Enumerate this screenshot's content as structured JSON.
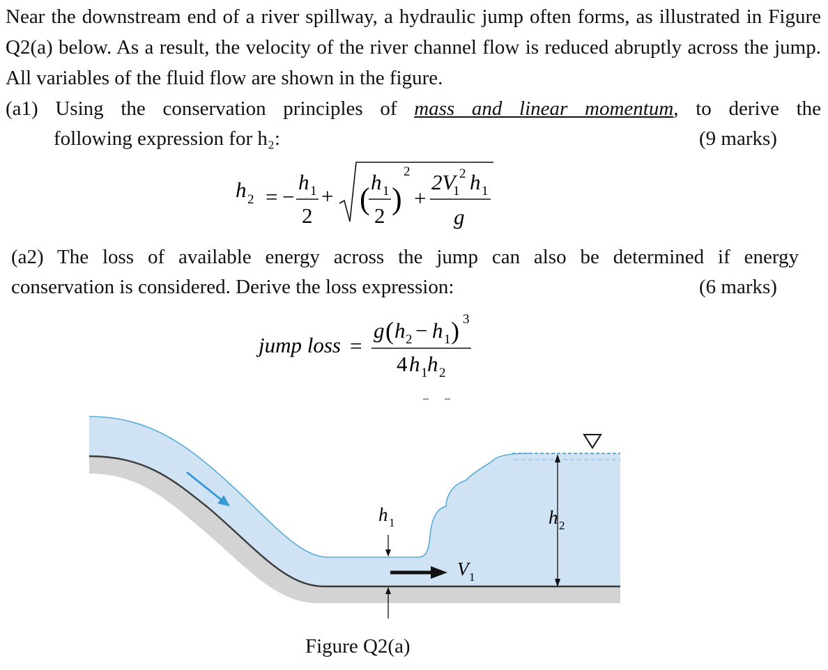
{
  "intro": {
    "text": "Near the downstream end of a river spillway, a hydraulic jump often forms, as illustrated in Figure Q2(a) below. As a result, the velocity of the river channel flow is reduced abruptly across the jump. All variables of the fluid flow are shown in the figure."
  },
  "a1": {
    "label": "(a1)",
    "text_before": "Using the conservation principles of ",
    "underlined": "mass and linear momentum",
    "text_after": ", to derive the",
    "line2": "following expression for h₂:",
    "marks": "(9 marks)"
  },
  "eq1": {
    "lhs": "h",
    "lhs_sub": "2",
    "equals": "=",
    "minus": "−",
    "num1": "h",
    "num1_sub": "1",
    "den1": "2",
    "plus1": "+",
    "inner_num": "h",
    "inner_num_sub": "1",
    "inner_den": "2",
    "power": "2",
    "plus2": "+",
    "frac2_num": "2V",
    "frac2_num_sub": "1",
    "frac2_num_sup": "2",
    "frac2_num_h": "h",
    "frac2_num_h_sub": "1",
    "frac2_den": "g"
  },
  "a2": {
    "line1": "(a2) The loss of available energy across the jump can also be determined if energy",
    "line2": "conservation is considered. Derive the loss expression:",
    "marks": "(6 marks)"
  },
  "eq2": {
    "lhs": "jump loss",
    "equals": "=",
    "num_g": "g",
    "num_open": "(",
    "num_h2": "h",
    "num_h2_sub": "2",
    "num_minus": "−",
    "num_h1": "h",
    "num_h1_sub": "1",
    "num_close": ")",
    "num_power": "3",
    "den_4": "4",
    "den_h1": "h",
    "den_h1_sub": "1",
    "den_h2": "h",
    "den_h2_sub": "2"
  },
  "figure": {
    "label_h1": "h",
    "label_h1_sub": "1",
    "label_h2": "h",
    "label_h2_sub": "2",
    "label_v1": "V",
    "label_v1_sub": "1",
    "water_color": "#cfe3f5",
    "surface_color": "#5aaad8",
    "bed_color": "#d3d3d3",
    "bed_line_color": "#3a3a3a",
    "flow_arrow_color": "#3a9ad6",
    "caption": "Figure Q2(a)"
  }
}
